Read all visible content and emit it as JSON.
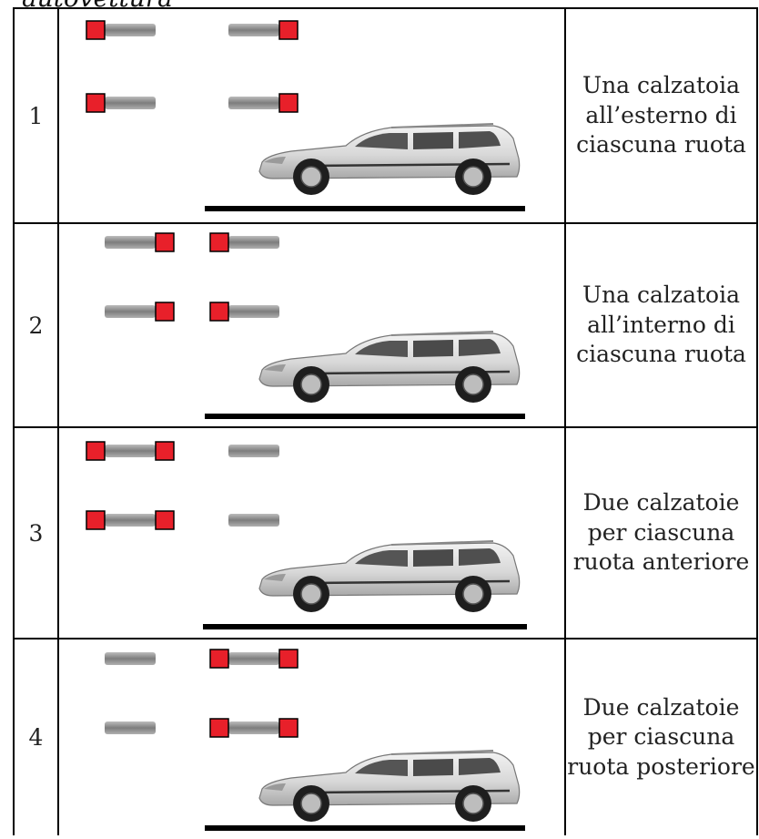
{
  "header_fragment": "autovettura",
  "rows": [
    {
      "number": "1",
      "description": [
        "Una calzatoia",
        "all’esterno di",
        "ciascuna ruota"
      ]
    },
    {
      "number": "2",
      "description": [
        "Una calzatoia",
        "all’interno di",
        "ciascuna ruota"
      ]
    },
    {
      "number": "3",
      "description": [
        "Due calzatoie",
        "per ciascuna",
        "ruota anteriore"
      ]
    },
    {
      "number": "4",
      "description": [
        "Due calzatoie",
        "per ciascuna",
        "ruota posteriore"
      ]
    }
  ],
  "colors": {
    "chock": "#e8202a",
    "tire": "#8a8a8a",
    "ground": "#000000"
  }
}
